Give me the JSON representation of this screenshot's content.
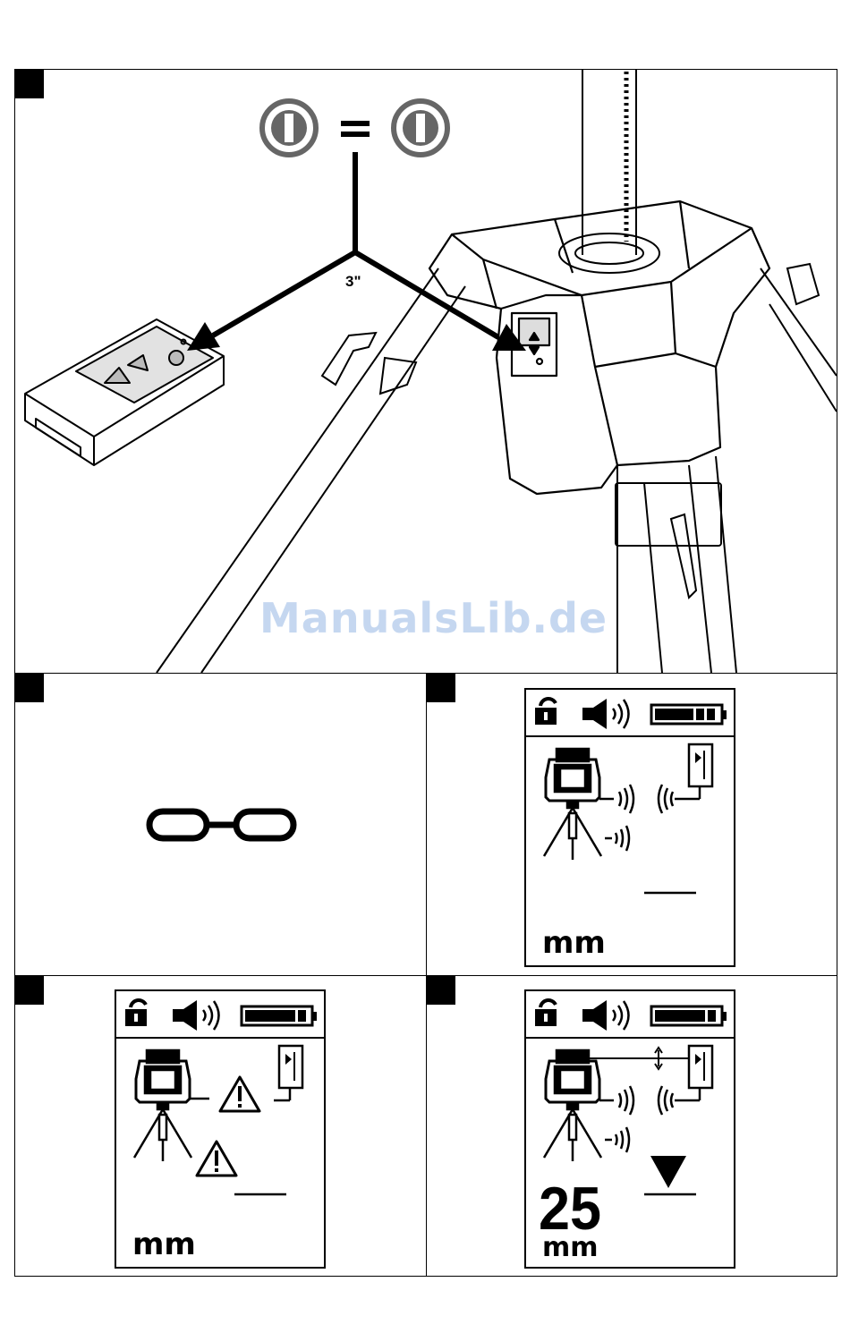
{
  "figure1": {
    "time_label": "3\"",
    "equals_sign": "="
  },
  "watermark": "ManualsLib.de",
  "display_units": "mm",
  "figure5": {
    "measurement_value": "25",
    "measurement_units": "mm"
  }
}
